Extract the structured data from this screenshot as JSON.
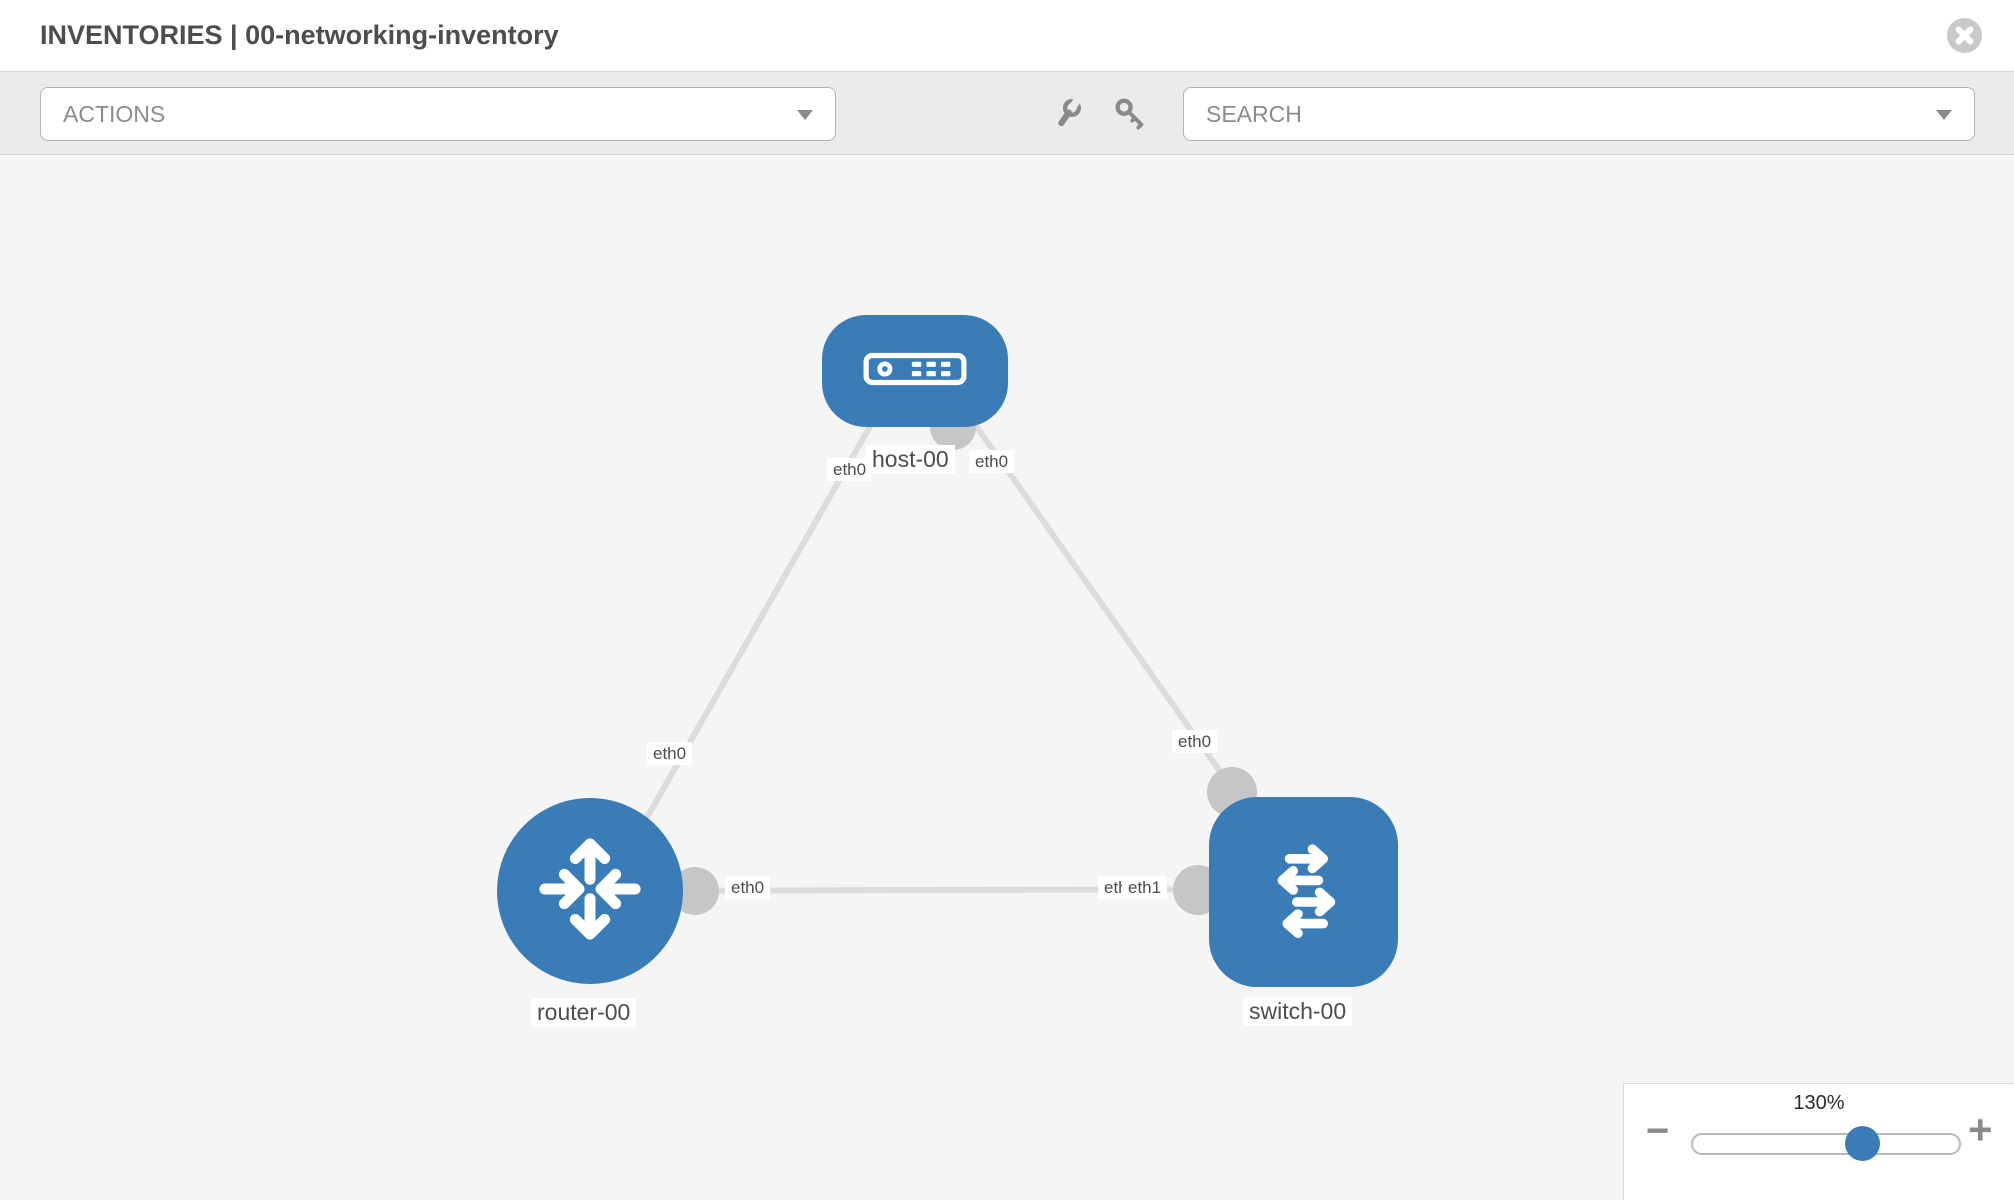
{
  "header": {
    "title": "INVENTORIES | 00-networking-inventory"
  },
  "toolbar": {
    "actions_label": "ACTIONS",
    "search_label": "SEARCH",
    "icon_buttons": [
      "wrench",
      "key"
    ]
  },
  "topology": {
    "nodes": [
      {
        "type": "host",
        "label": "host-00"
      },
      {
        "type": "router",
        "label": "router-00"
      },
      {
        "type": "switch",
        "label": "switch-00"
      }
    ],
    "links": [
      {
        "from": "host-00",
        "to": "router-00",
        "from_interface": "eth0",
        "to_interface": "eth0"
      },
      {
        "from": "host-00",
        "to": "switch-00",
        "from_interface": "eth0",
        "to_interface": "eth0"
      },
      {
        "from": "router-00",
        "to": "switch-00",
        "from_interface": "eth0",
        "to_interface": "eth1"
      }
    ],
    "interfaces": [
      {
        "text": "eth0",
        "at": "host-left"
      },
      {
        "text": "eth0",
        "at": "host-right"
      },
      {
        "text": "eth0",
        "at": "router-top"
      },
      {
        "text": "eth0",
        "at": "switch-top"
      },
      {
        "text": "eth0",
        "at": "router-right"
      },
      {
        "text": "eth0",
        "at": "switch-left-back"
      },
      {
        "text": "eth1",
        "at": "switch-left-front"
      }
    ]
  },
  "zoom": {
    "level": "130%",
    "minus": "−",
    "plus": "+"
  },
  "colors": {
    "node_blue": "#3a7cb8",
    "port_gray": "#c6c6c6",
    "link_gray": "#dcdcdc",
    "canvas_bg": "#f5f5f5",
    "toolbar_bg": "#ebebeb"
  }
}
